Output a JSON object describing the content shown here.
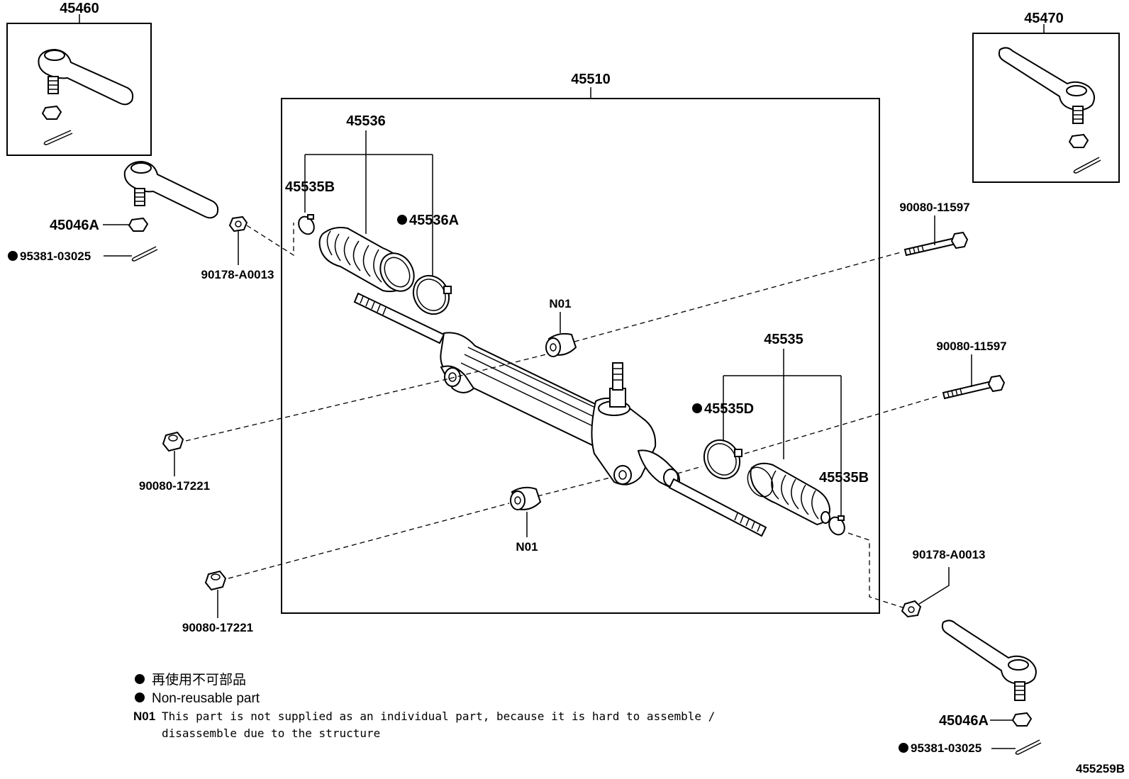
{
  "labels": {
    "p45460": "45460",
    "p45470": "45470",
    "p45510": "45510",
    "p45536": "45536",
    "p45535B_left": "45535B",
    "p45536A": "45536A",
    "p45046A_left": "45046A",
    "p95381_left": "95381-03025",
    "p90178_left": "90178-A0013",
    "p90080_11597_top": "90080-11597",
    "p90080_11597_mid": "90080-11597",
    "n01_top": "N01",
    "p45535": "45535",
    "p45535D": "45535D",
    "p45535B_right": "45535B",
    "p90080_17221_a": "90080-17221",
    "n01_bottom": "N01",
    "p90080_17221_b": "90080-17221",
    "p90178_right": "90178-A0013",
    "p45046A_right": "45046A",
    "p95381_right": "95381-03025"
  },
  "legend": {
    "non_reusable_jp": "再使用不可部品",
    "non_reusable_en": "Non-reusable part",
    "n01_key": "N01",
    "n01_line1": "This part is not supplied as an individual part, because it is hard to assemble /",
    "n01_line2": "disassemble due to the structure"
  },
  "figure_id": "455259B"
}
